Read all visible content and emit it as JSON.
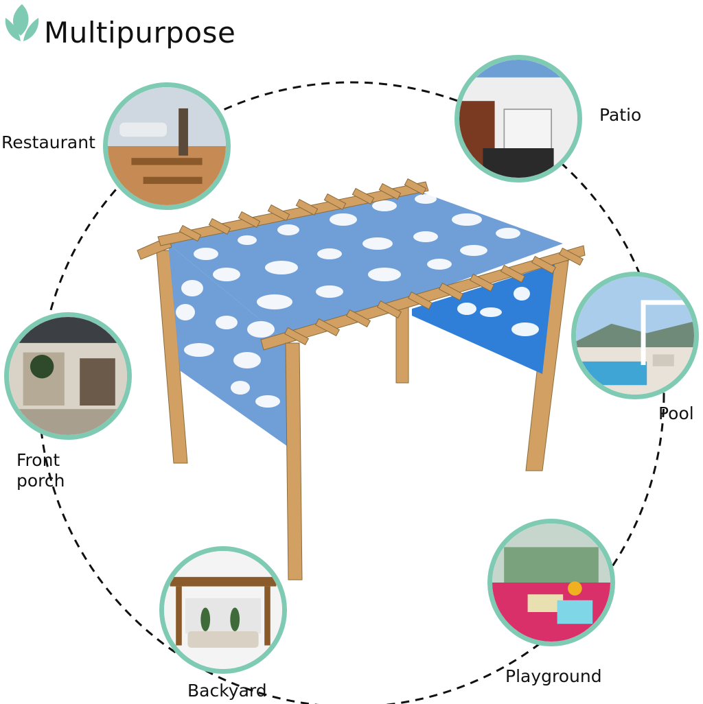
{
  "title": "Multipurpose",
  "colors": {
    "ring": "#7fcab2",
    "logo": "#7fcab2",
    "shade": "#6f9fd6",
    "shade_dark": "#2f7fd8",
    "wood": "#d2a063",
    "dashes": "#111111"
  },
  "icons": {
    "logo": "leaf-icon"
  },
  "uses": [
    {
      "label": "Restaurant"
    },
    {
      "label": "Patio"
    },
    {
      "label": "Front\nporch"
    },
    {
      "label": "Pool"
    },
    {
      "label": "Backyard"
    },
    {
      "label": "Playground"
    }
  ]
}
